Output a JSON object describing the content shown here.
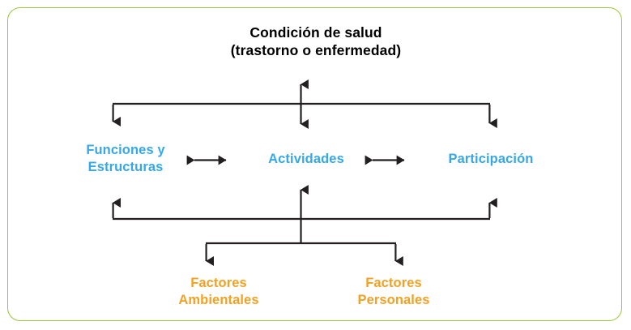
{
  "diagram": {
    "title": "Condición de salud\n(trastorno o enfermedad)",
    "border_color": "#9ac63f",
    "background_color": "#ffffff",
    "connector_color": "#231f20",
    "nodes": [
      {
        "id": "funciones",
        "label": "Funciones y\nEstructuras",
        "color": "#35a8e8",
        "level": "middle"
      },
      {
        "id": "actividades",
        "label": "Actividades",
        "color": "#35a8e8",
        "level": "middle"
      },
      {
        "id": "participacion",
        "label": "Participación",
        "color": "#35a8e8",
        "level": "middle"
      },
      {
        "id": "ambientales",
        "label": "Factores\nAmbientales",
        "color": "#f2a124",
        "level": "bottom"
      },
      {
        "id": "personales",
        "label": "Factores\nPersonales",
        "color": "#f2a124",
        "level": "bottom"
      }
    ],
    "connectors": [
      {
        "name": "health-condition-to-activities",
        "type": "double-arrow-vertical"
      },
      {
        "name": "health-condition-bracket-to-components",
        "type": "bracket-down"
      },
      {
        "name": "funciones-to-actividades",
        "type": "double-arrow-horizontal"
      },
      {
        "name": "actividades-to-participacion",
        "type": "double-arrow-horizontal"
      },
      {
        "name": "contextual-factors-bracket-up-to-components",
        "type": "bracket-up"
      },
      {
        "name": "factors-bracket-down",
        "type": "bracket-down"
      },
      {
        "name": "factors-to-activities",
        "type": "arrow-up"
      }
    ]
  }
}
